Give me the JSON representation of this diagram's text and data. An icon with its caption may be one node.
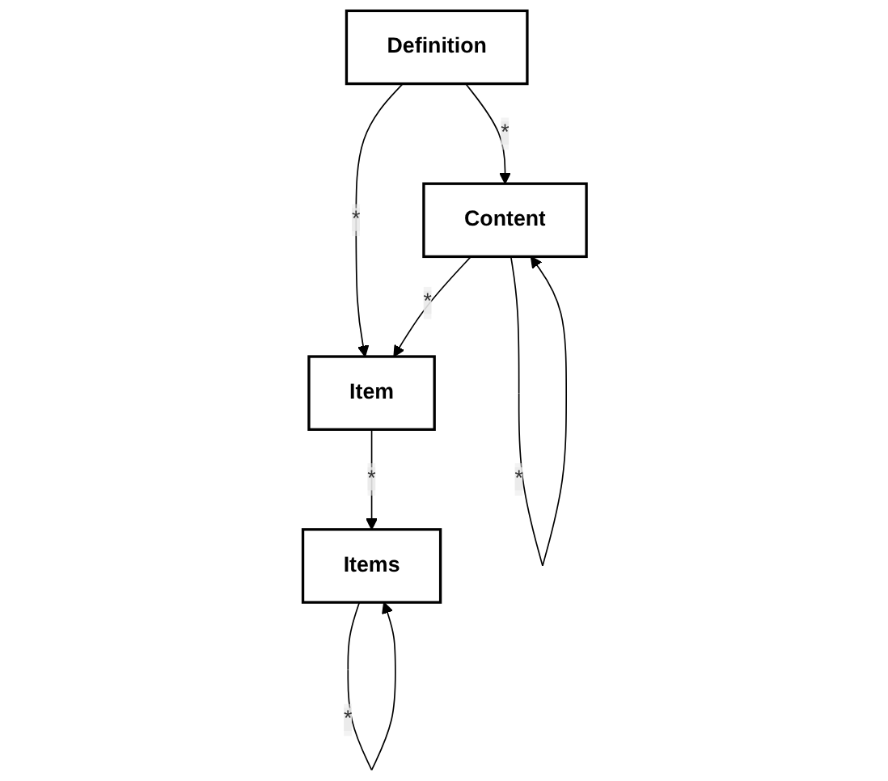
{
  "diagram": {
    "nodes": [
      {
        "text": [
          "Definition"
        ]
      },
      {
        "text": [
          "Content"
        ]
      },
      {
        "text": [
          "Item"
        ]
      },
      {
        "text": [
          "Items"
        ]
      }
    ],
    "edges": [
      {
        "from": 0,
        "to": 1,
        "arrow": "to",
        "label": "*"
      },
      {
        "from": 0,
        "to": 2,
        "arrow": "to",
        "label": "*"
      },
      {
        "from": 1,
        "to": 1,
        "arrow": "to",
        "label": "*"
      },
      {
        "from": 1,
        "to": 2,
        "arrow": "to",
        "label": "*"
      },
      {
        "from": 2,
        "to": 3,
        "arrow": "to",
        "label": "*"
      },
      {
        "from": 3,
        "to": 3,
        "arrow": "to",
        "label": "*"
      }
    ]
  }
}
